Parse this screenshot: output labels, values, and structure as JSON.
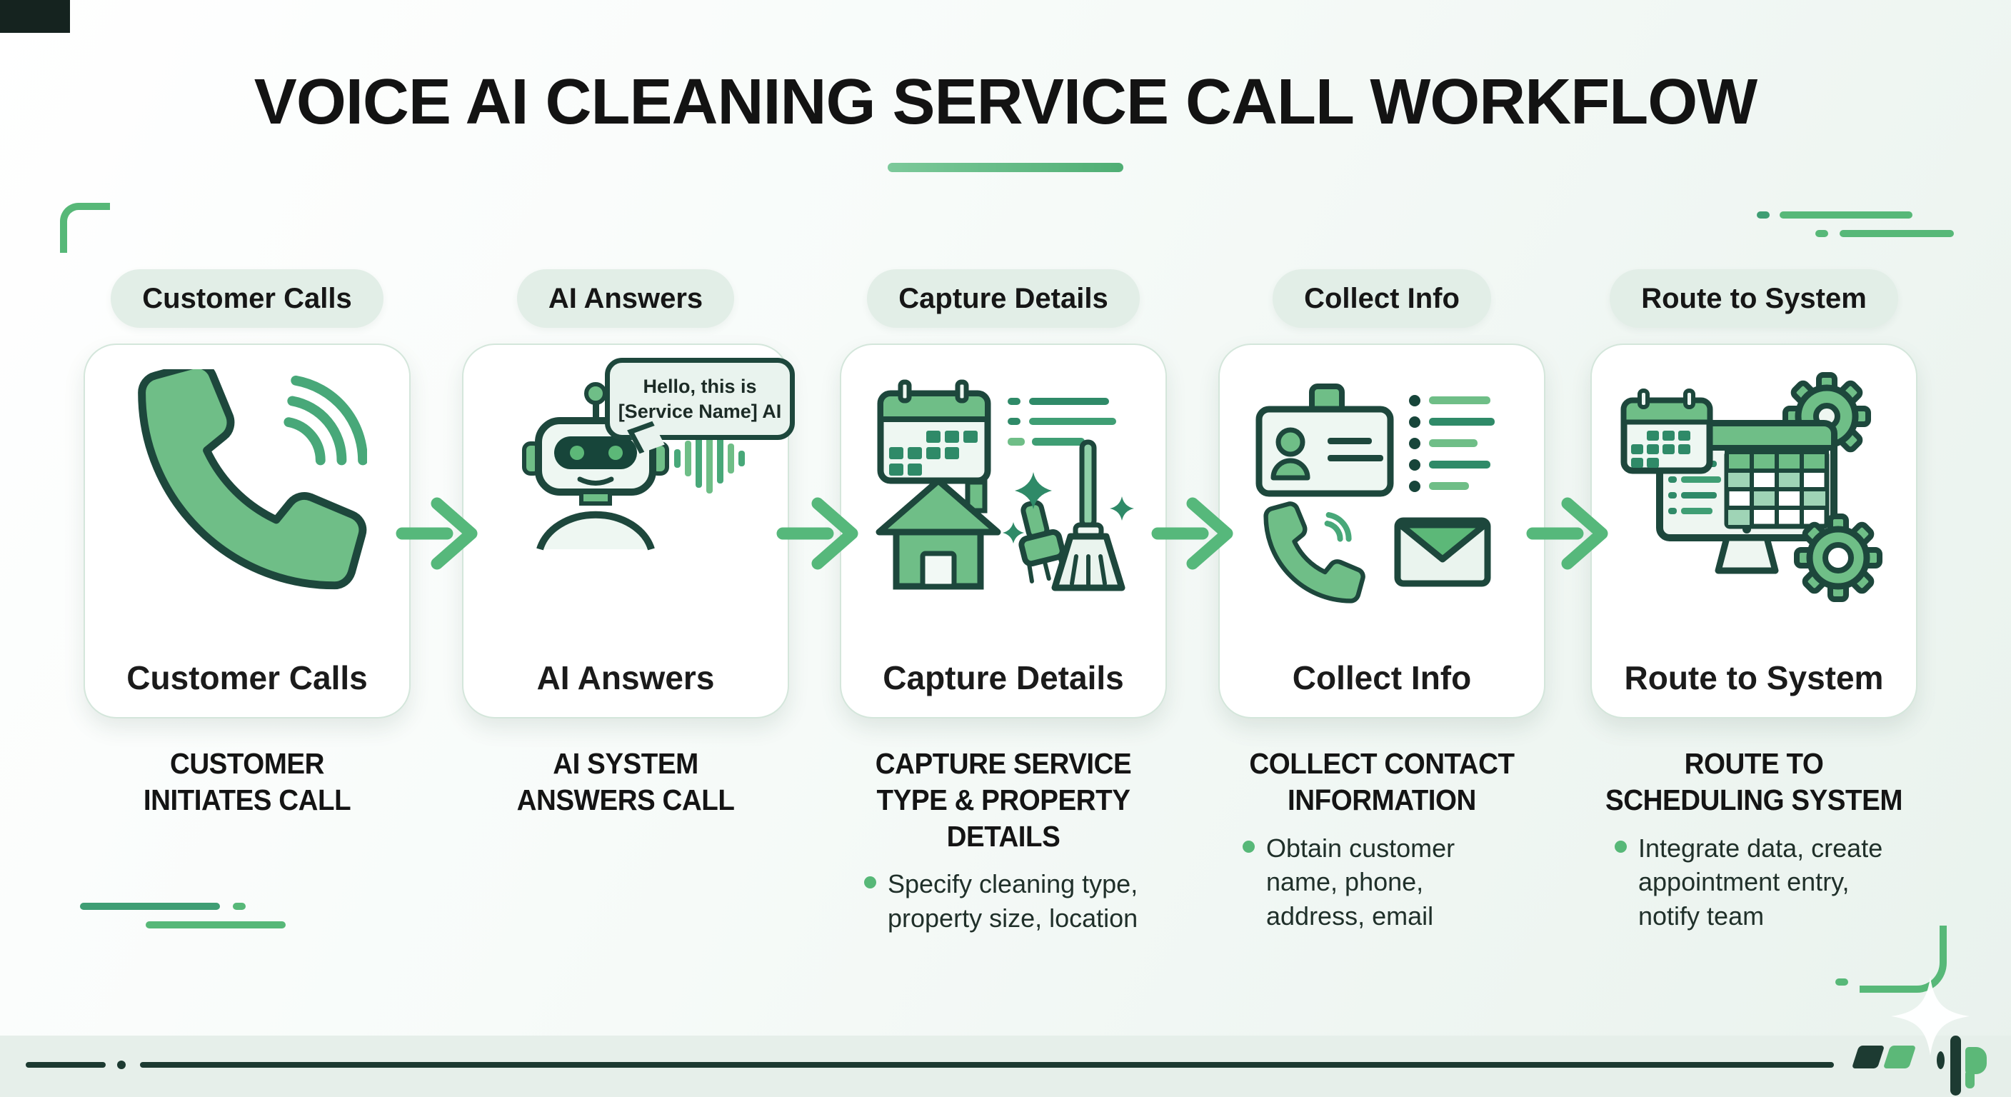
{
  "title": "VOICE AI CLEANING SERVICE CALL WORKFLOW",
  "colors": {
    "accent_green": "#57b878",
    "icon_green": "#6fbe87",
    "deep_teal": "#1d473c",
    "band_mint": "#e6efea",
    "rule_dark": "#1c3a31"
  },
  "steps": [
    {
      "label": "Customer Calls",
      "heading_lines": [
        "CUSTOMER",
        "INITIATES CALL"
      ],
      "bullets": [],
      "icons": [
        "phone-icon",
        "sound-waves-icon"
      ]
    },
    {
      "label": "AI Answers",
      "heading_lines": [
        "AI SYSTEM",
        "ANSWERS CALL"
      ],
      "bullets": [],
      "icons": [
        "robot-icon",
        "speech-bubble-icon",
        "waveform-icon"
      ],
      "speech_bubble_lines": [
        "Hello, this is",
        "[Service Name] AI"
      ]
    },
    {
      "label": "Capture Details",
      "heading_lines": [
        "CAPTURE SERVICE",
        "TYPE & PROPERTY",
        "DETAILS"
      ],
      "bullets": [
        "Specify cleaning type, property size, location"
      ],
      "icons": [
        "calendar-icon",
        "checklist-icon",
        "house-icon",
        "brush-icon",
        "broom-icon",
        "sparkles-icon"
      ]
    },
    {
      "label": "Collect Info",
      "heading_lines": [
        "COLLECT CONTACT",
        "INFORMATION"
      ],
      "bullets": [
        "Obtain customer name, phone, address, email"
      ],
      "icons": [
        "id-card-icon",
        "dotted-list-icon",
        "phone-icon",
        "envelope-icon"
      ]
    },
    {
      "label": "Route to System",
      "heading_lines": [
        "ROUTE TO",
        "SCHEDULING SYSTEM"
      ],
      "bullets": [
        "Integrate data, create appointment entry, notify team"
      ],
      "icons": [
        "calendar-icon",
        "monitor-icon",
        "schedule-table-icon",
        "gear-icon"
      ]
    }
  ]
}
